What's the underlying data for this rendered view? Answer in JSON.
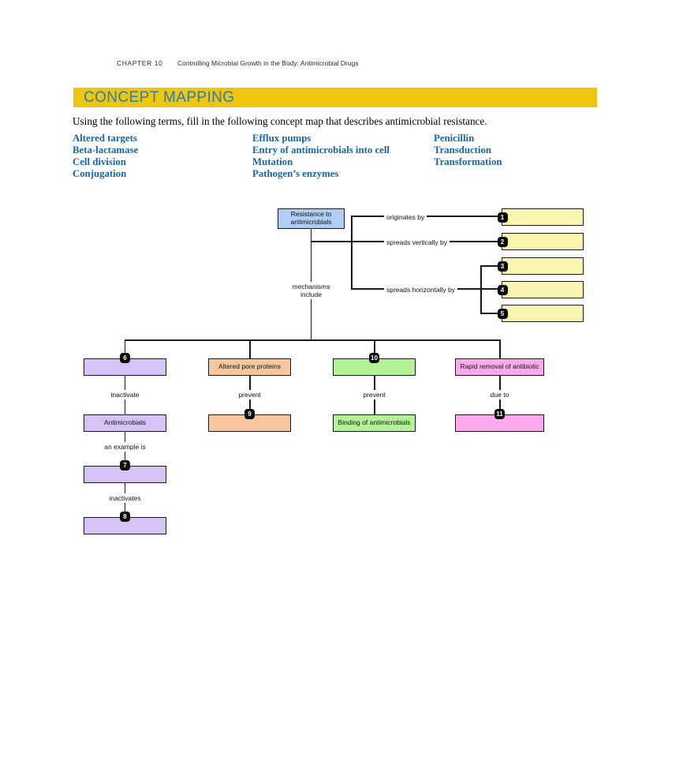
{
  "header": {
    "chapter_label": "CHAPTER 10",
    "chapter_title": "Controlling Microbial Growth in the Body: Antimicrobial Drugs"
  },
  "banner": {
    "title": "CONCEPT MAPPING"
  },
  "instruction": "Using the following terms, fill in the following concept map that describes antimicrobial resistance.",
  "term_columns": [
    {
      "items": [
        "Altered targets",
        "Beta-lactamase",
        "Cell division",
        "Conjugation"
      ]
    },
    {
      "items": [
        "Efflux pumps",
        "Entry of antimicrobials into cell",
        "Mutation",
        "Pathogen’s enzymes"
      ]
    },
    {
      "items": [
        "Penicillin",
        "Transduction",
        "Transformation"
      ]
    }
  ],
  "colors": {
    "banner_bg": "#edc60d",
    "banner_text": "#2d7cb0",
    "term_text": "#1865a9",
    "box_blue": "#b0cdf4",
    "box_yellow": "#faf5b0",
    "box_purple": "#d6c3f5",
    "box_orange": "#f6c79e",
    "box_green": "#b3f297",
    "box_pink": "#fdaaec",
    "line": "#1a1a1a"
  },
  "map": {
    "root": "Resistance to antimicrobials",
    "labels": {
      "originates_by": "originates by",
      "spreads_vertically_by": "spreads vertically by",
      "spreads_horizontally_by": "spreads horizontally by",
      "mechanisms_include": "mechanisms include",
      "inactivate": "inactivate",
      "prevent_pore": "prevent",
      "prevent_binding": "prevent",
      "due_to": "due to",
      "an_example_is": "an example is",
      "inactivates": "inactivates"
    },
    "filled": {
      "altered_pore_proteins": "Altered pore proteins",
      "antimicrobials": "Antimicrobials",
      "binding_of_antimicrobials": "Binding of antimicrobials",
      "rapid_removal_of_antibiotic": "Rapid removal of antibiotic"
    },
    "chips": [
      "1",
      "2",
      "3",
      "4",
      "5",
      "6",
      "7",
      "8",
      "9",
      "10",
      "11"
    ]
  }
}
